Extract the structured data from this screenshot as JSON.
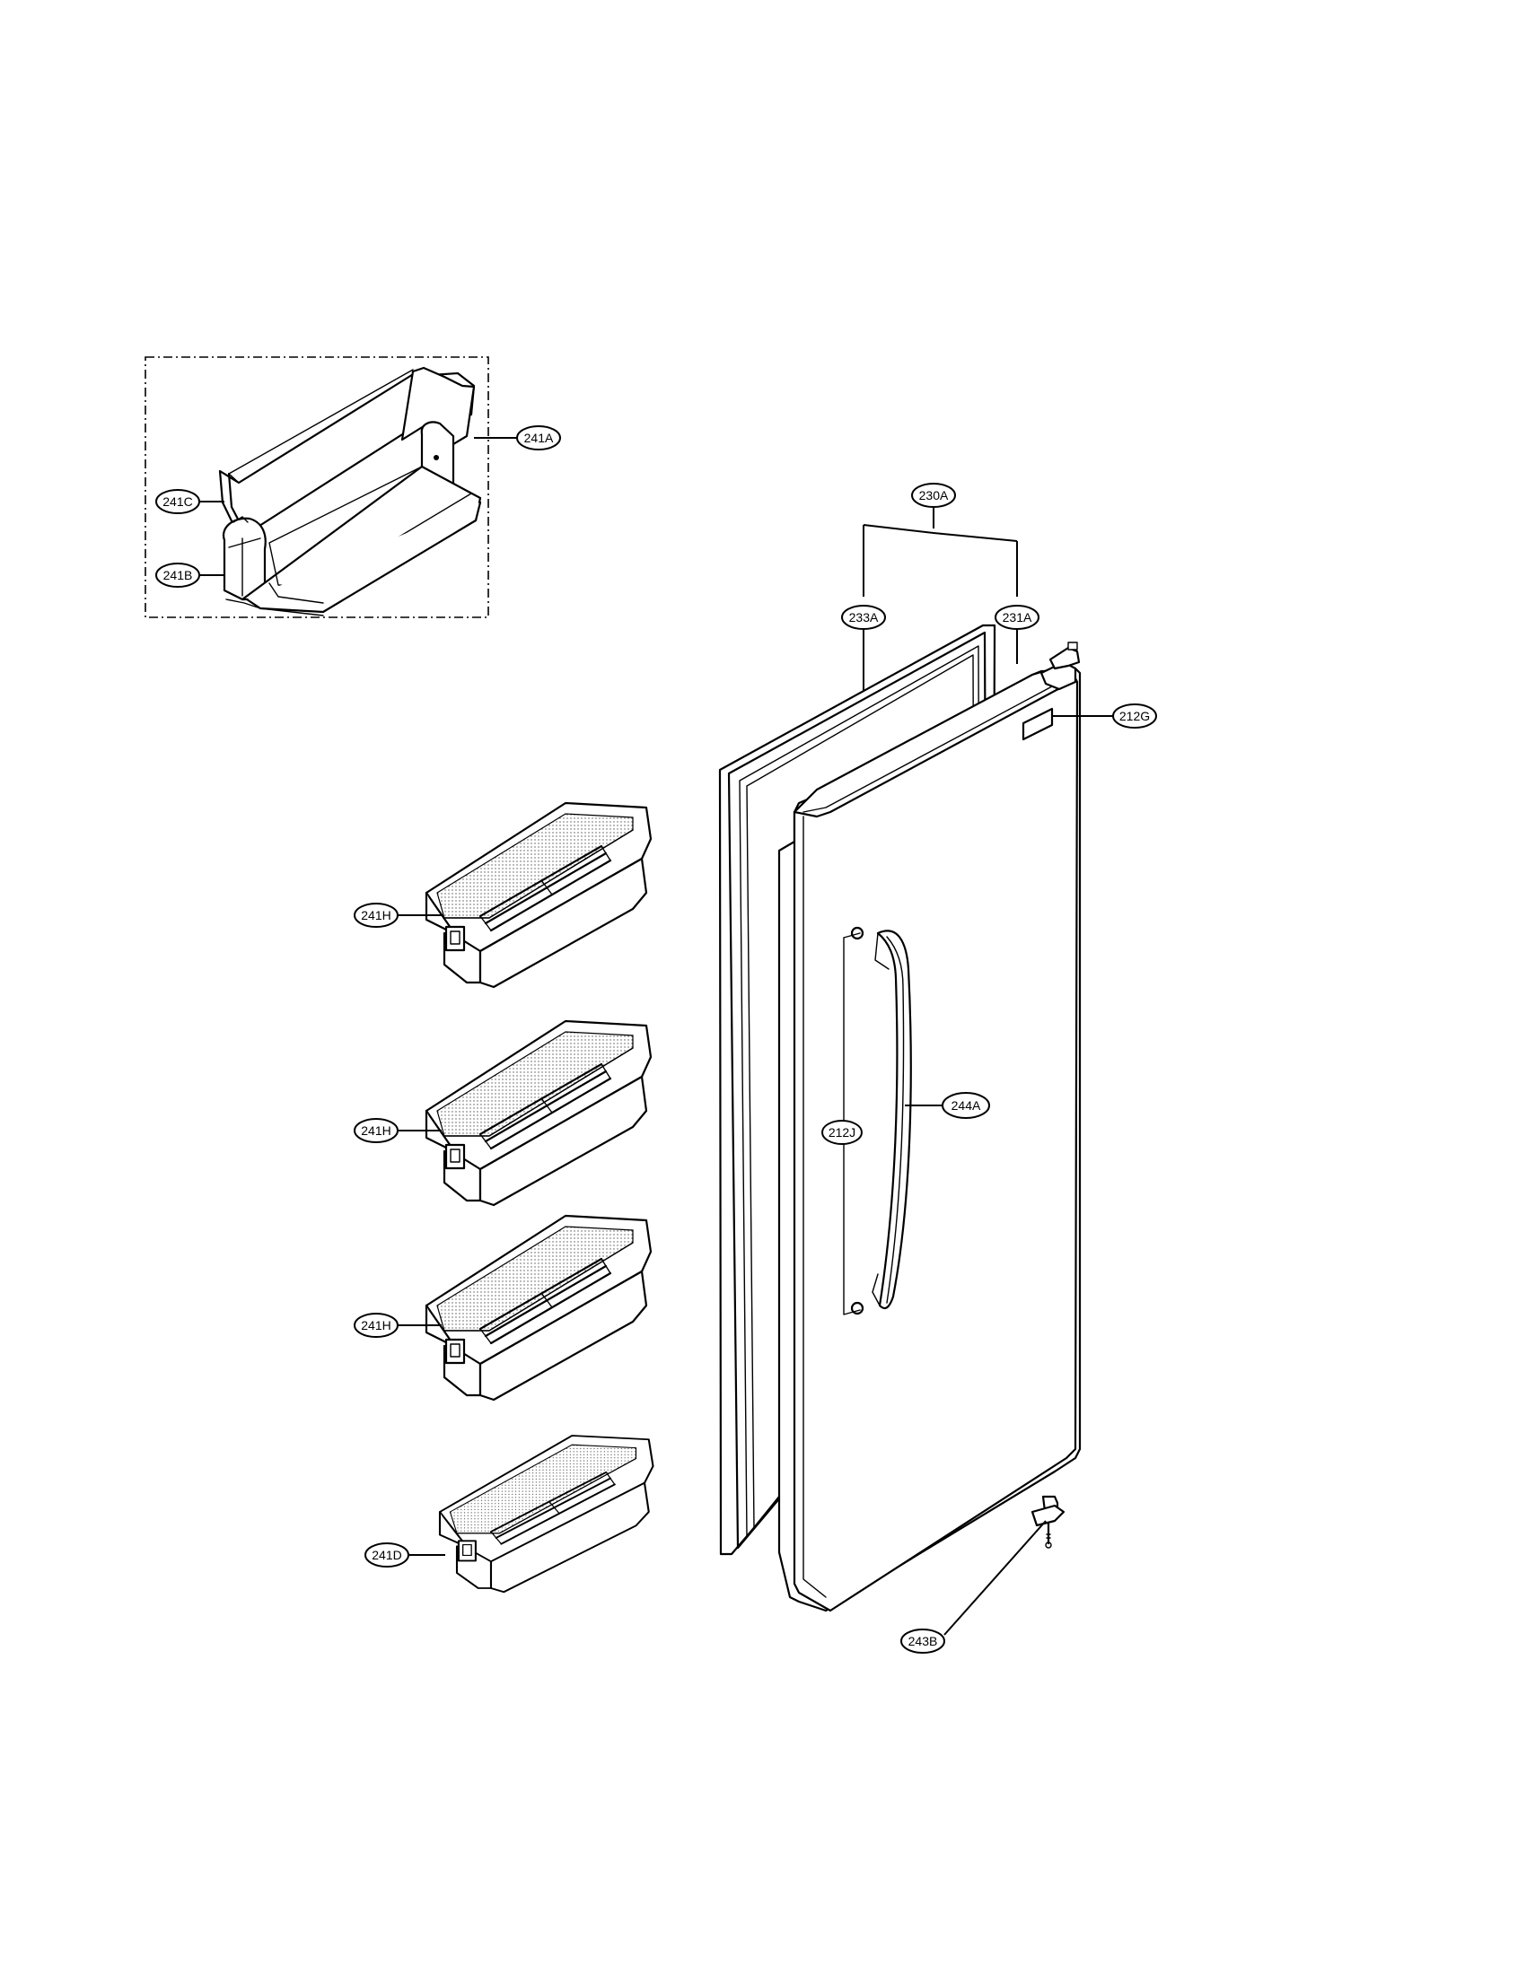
{
  "diagram": {
    "callouts": [
      {
        "id": "241A",
        "label": "241A"
      },
      {
        "id": "241C",
        "label": "241C"
      },
      {
        "id": "241B",
        "label": "241B"
      },
      {
        "id": "230A",
        "label": "230A"
      },
      {
        "id": "233A",
        "label": "233A"
      },
      {
        "id": "231A",
        "label": "231A"
      },
      {
        "id": "212G",
        "label": "212G"
      },
      {
        "id": "244A",
        "label": "244A"
      },
      {
        "id": "212J",
        "label": "212J"
      },
      {
        "id": "241H-1",
        "label": "241H"
      },
      {
        "id": "241H-2",
        "label": "241H"
      },
      {
        "id": "241H-3",
        "label": "241H"
      },
      {
        "id": "241D",
        "label": "241D"
      },
      {
        "id": "243B",
        "label": "243B"
      }
    ]
  }
}
